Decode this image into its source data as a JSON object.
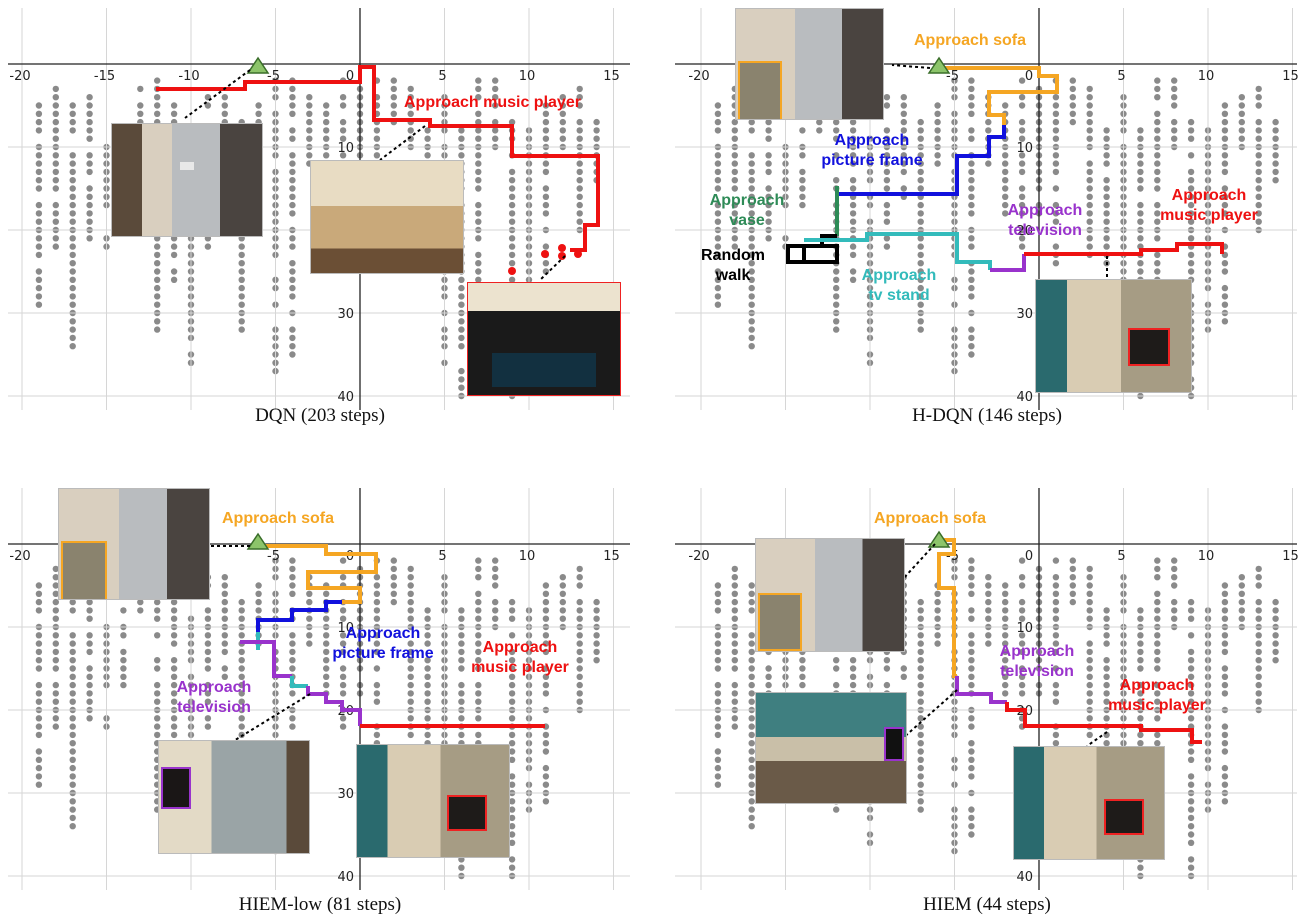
{
  "colors": {
    "red": "#ee1111",
    "orange": "#f5a623",
    "blue": "#1111dd",
    "green": "#2e8b57",
    "teal": "#33bbbb",
    "purple": "#9933cc",
    "black": "#000000",
    "dot": "#8a8a8a",
    "start": "#8cc46a",
    "axis": "#222222"
  },
  "axis_ticks": {
    "x": [
      "-20",
      "-15",
      "-10",
      "-5",
      "0",
      "5",
      "10",
      "15"
    ],
    "y": [
      "0",
      "10",
      "20",
      "30",
      "40"
    ]
  },
  "panels": [
    {
      "caption": "DQN (203 steps)",
      "labels": [
        {
          "color": "red",
          "text": "Approach music player"
        }
      ]
    },
    {
      "caption": "H-DQN (146 steps)",
      "labels": [
        {
          "color": "orange",
          "text": "Approach sofa"
        },
        {
          "color": "blue",
          "text": "Approach picture frame"
        },
        {
          "color": "green",
          "text": "Approach vase"
        },
        {
          "color": "black",
          "text": "Random walk"
        },
        {
          "color": "teal",
          "text": "Approach tv stand"
        },
        {
          "color": "purple",
          "text": "Approach television"
        },
        {
          "color": "red",
          "text": "Approach music player"
        }
      ]
    },
    {
      "caption": "HIEM-low (81 steps)",
      "labels": [
        {
          "color": "orange",
          "text": "Approach sofa"
        },
        {
          "color": "blue",
          "text": "Approach picture frame"
        },
        {
          "color": "purple",
          "text": "Approach television"
        },
        {
          "color": "red",
          "text": "Approach music player"
        }
      ]
    },
    {
      "caption": "HIEM (44 steps)",
      "labels": [
        {
          "color": "orange",
          "text": "Approach sofa"
        },
        {
          "color": "purple",
          "text": "Approach television"
        },
        {
          "color": "red",
          "text": "Approach music player"
        }
      ]
    }
  ]
}
